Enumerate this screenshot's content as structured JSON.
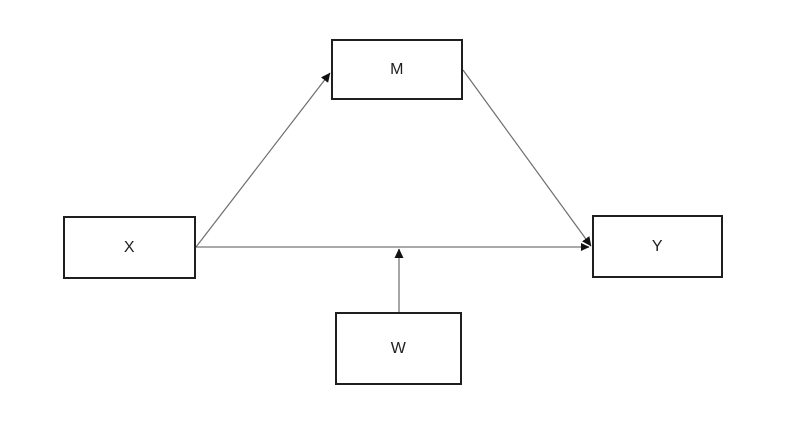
{
  "diagram": {
    "type": "path-model",
    "nodes": [
      {
        "id": "X",
        "label": "X"
      },
      {
        "id": "M",
        "label": "M"
      },
      {
        "id": "Y",
        "label": "Y"
      },
      {
        "id": "W",
        "label": "W"
      }
    ],
    "edges": [
      {
        "from": "X",
        "to": "M",
        "style": "solid",
        "color": "#6e6e6e"
      },
      {
        "from": "M",
        "to": "Y",
        "style": "solid",
        "color": "#6e6e6e"
      },
      {
        "from": "X",
        "to": "Y",
        "style": "solid",
        "color": "#a9a9a9"
      },
      {
        "from": "W",
        "to": "X-Y path",
        "style": "solid",
        "color": "#8f8f8f"
      }
    ],
    "colors": {
      "background": "#ffffff",
      "box_border": "#1f1f1f",
      "box_fill": "#ffffff",
      "text": "#1f1f1f",
      "diagonal_line": "#6e6e6e",
      "horizontal_line": "#a9a9a9",
      "vertical_line": "#8f8f8f",
      "arrowhead": "#111111"
    }
  }
}
